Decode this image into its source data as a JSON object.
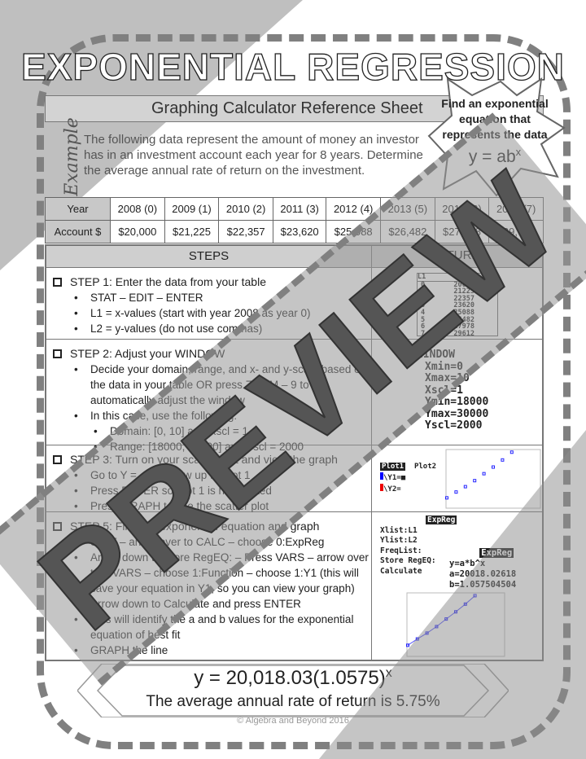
{
  "title": "EXPONENTIAL REGRESSION",
  "subtitle": "Graphing Calculator Reference Sheet",
  "example_label": "Example",
  "problem": "The following data represent the amount of money an investor has in an investment account each year for 8 years. Determine the average annual rate of return on the investment.",
  "callout": {
    "text": "Find an exponential equation that represents the data",
    "equation": "y = ab",
    "exp": "x"
  },
  "data_table": {
    "row_labels": [
      "Year",
      "Account $"
    ],
    "years": [
      "2008 (0)",
      "2009 (1)",
      "2010 (2)",
      "2011 (3)",
      "2012 (4)",
      "2013 (5)",
      "2015 (6)",
      "2016 (7)"
    ],
    "amounts": [
      "$20,000",
      "$21,225",
      "$22,357",
      "$23,620",
      "$25,088",
      "$26,482",
      "$27,978",
      "$29,612"
    ]
  },
  "steps_header": "STEPS",
  "pictures_header": "PICTURES",
  "steps": [
    {
      "title": "STEP 1:   Enter the data from your table",
      "bullets": [
        "STAT – EDIT – ENTER",
        "L1 = x-values (start with year 2008 as year 0)",
        "L2 = y-values (do not use commas)"
      ]
    },
    {
      "title": "STEP 2:  Adjust your WINDOW",
      "bullets": [
        "Decide your domain, range, and x- and y-scale based on the data in your table OR press ZOOM – 9 to automatically adjust the window",
        "In this case, use the following:"
      ],
      "sub": [
        "Domain: [0, 10] and Xscl = 1",
        "Range: [18000, 30000] and Yscl = 2000"
      ]
    },
    {
      "title": "STEP 3:  Turn on your scatter plot and view the graph",
      "bullets": [
        "Go to Y =, and arrow up to Plot 1",
        "Press ENTER so Plot 1 is highlighted",
        "Press GRAPH to see the scatter plot"
      ]
    },
    {
      "title": "STEP 5:  Find the exponential equation and graph",
      "bullets": [
        "STAT – arrow over to CALC – choose 0:ExpReg",
        "Arrow down to Store RegEQ: – Press VARS – arrow over to Y-VARS – choose 1:Function – choose 1:Y1 (this will save your equation in Y1, so you can view your graph)",
        "Arrow down to Calculate and press ENTER",
        "This will identify the a and b values for the exponential equation of best fit",
        "GRAPH the line"
      ]
    }
  ],
  "screens": {
    "list_header": "L1",
    "list_x": [
      "0",
      "1",
      "2",
      "3",
      "4",
      "5",
      "6",
      "7"
    ],
    "list_y": [
      "20000",
      "21225",
      "22357",
      "23620",
      "25088",
      "26482",
      "27978",
      "29612"
    ],
    "window": [
      "WINDOW",
      "Xmin=0",
      "Xmax=10",
      "Xscl=1",
      "Ymin=18000",
      "Ymax=30000",
      "Yscl=2000"
    ],
    "plot1": "Plot1",
    "plot2": "Plot2",
    "y1": "\\Y1=",
    "y2": "\\Y2=",
    "expreg_title": "ExpReg",
    "expreg": [
      "Xlist:L1",
      "Ylist:L2",
      "FreqList:",
      "Store RegEQ:",
      "Calculate"
    ],
    "result_title": "ExpReg",
    "result": [
      "y=a*b^x",
      "a=20018.02618",
      "b=1.057504504"
    ]
  },
  "answer": {
    "equation": "y = 20,018.03(1.0575)",
    "exp": "x",
    "rate": "The average annual rate of return is 5.75%"
  },
  "copyright": "© Algebra and Beyond 2016",
  "watermark": "PREVIEW"
}
